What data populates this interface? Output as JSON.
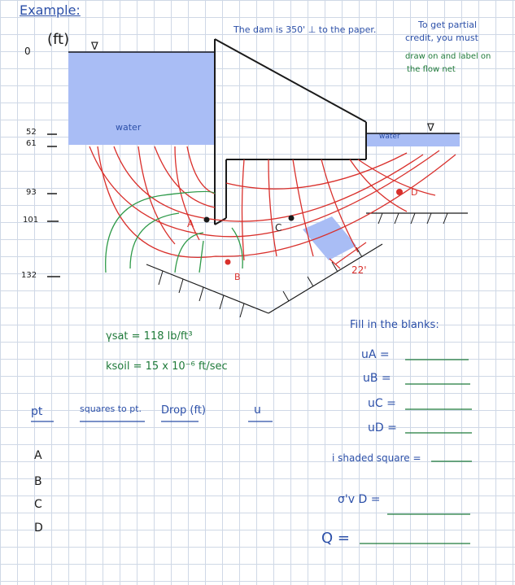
{
  "title": "Example:",
  "depth_axis": {
    "unit": "(ft)",
    "ticks": [
      "0",
      "52",
      "61",
      "93",
      "101",
      "132"
    ]
  },
  "note": {
    "line1": "The dam is 350' ⊥ to the paper.",
    "line2": "To get partial",
    "line3": "credit, you must",
    "line4": "draw on and label on",
    "line5": "the flow net"
  },
  "labels": {
    "water_upstream": "water",
    "water_downstream": "water",
    "water_table_symbol": "∇",
    "point_a": "A",
    "point_b": "B",
    "point_c": "C",
    "point_d": "D",
    "dimension": "22'"
  },
  "soil": {
    "gamma": "γsat = 118 lb/ft³",
    "k": "ksoil = 15 x 10⁻⁶ ft/sec"
  },
  "table": {
    "headers": [
      "pt",
      "squares to pt.",
      "Drop (ft)",
      "u"
    ],
    "rows": [
      "A",
      "B",
      "C",
      "D"
    ]
  },
  "blanks": {
    "heading": "Fill in the blanks:",
    "items": [
      "uA =",
      "uB =",
      "uC =",
      "uD =",
      "i shaded square =",
      "σ'v D =",
      "Q ="
    ]
  },
  "colors": {
    "water": "#a9bdf5",
    "flow_lines": "#d9302c",
    "green_lines": "#2e9a49",
    "ink": "#1a1a1a",
    "blue_ink": "#2b4fa8"
  }
}
